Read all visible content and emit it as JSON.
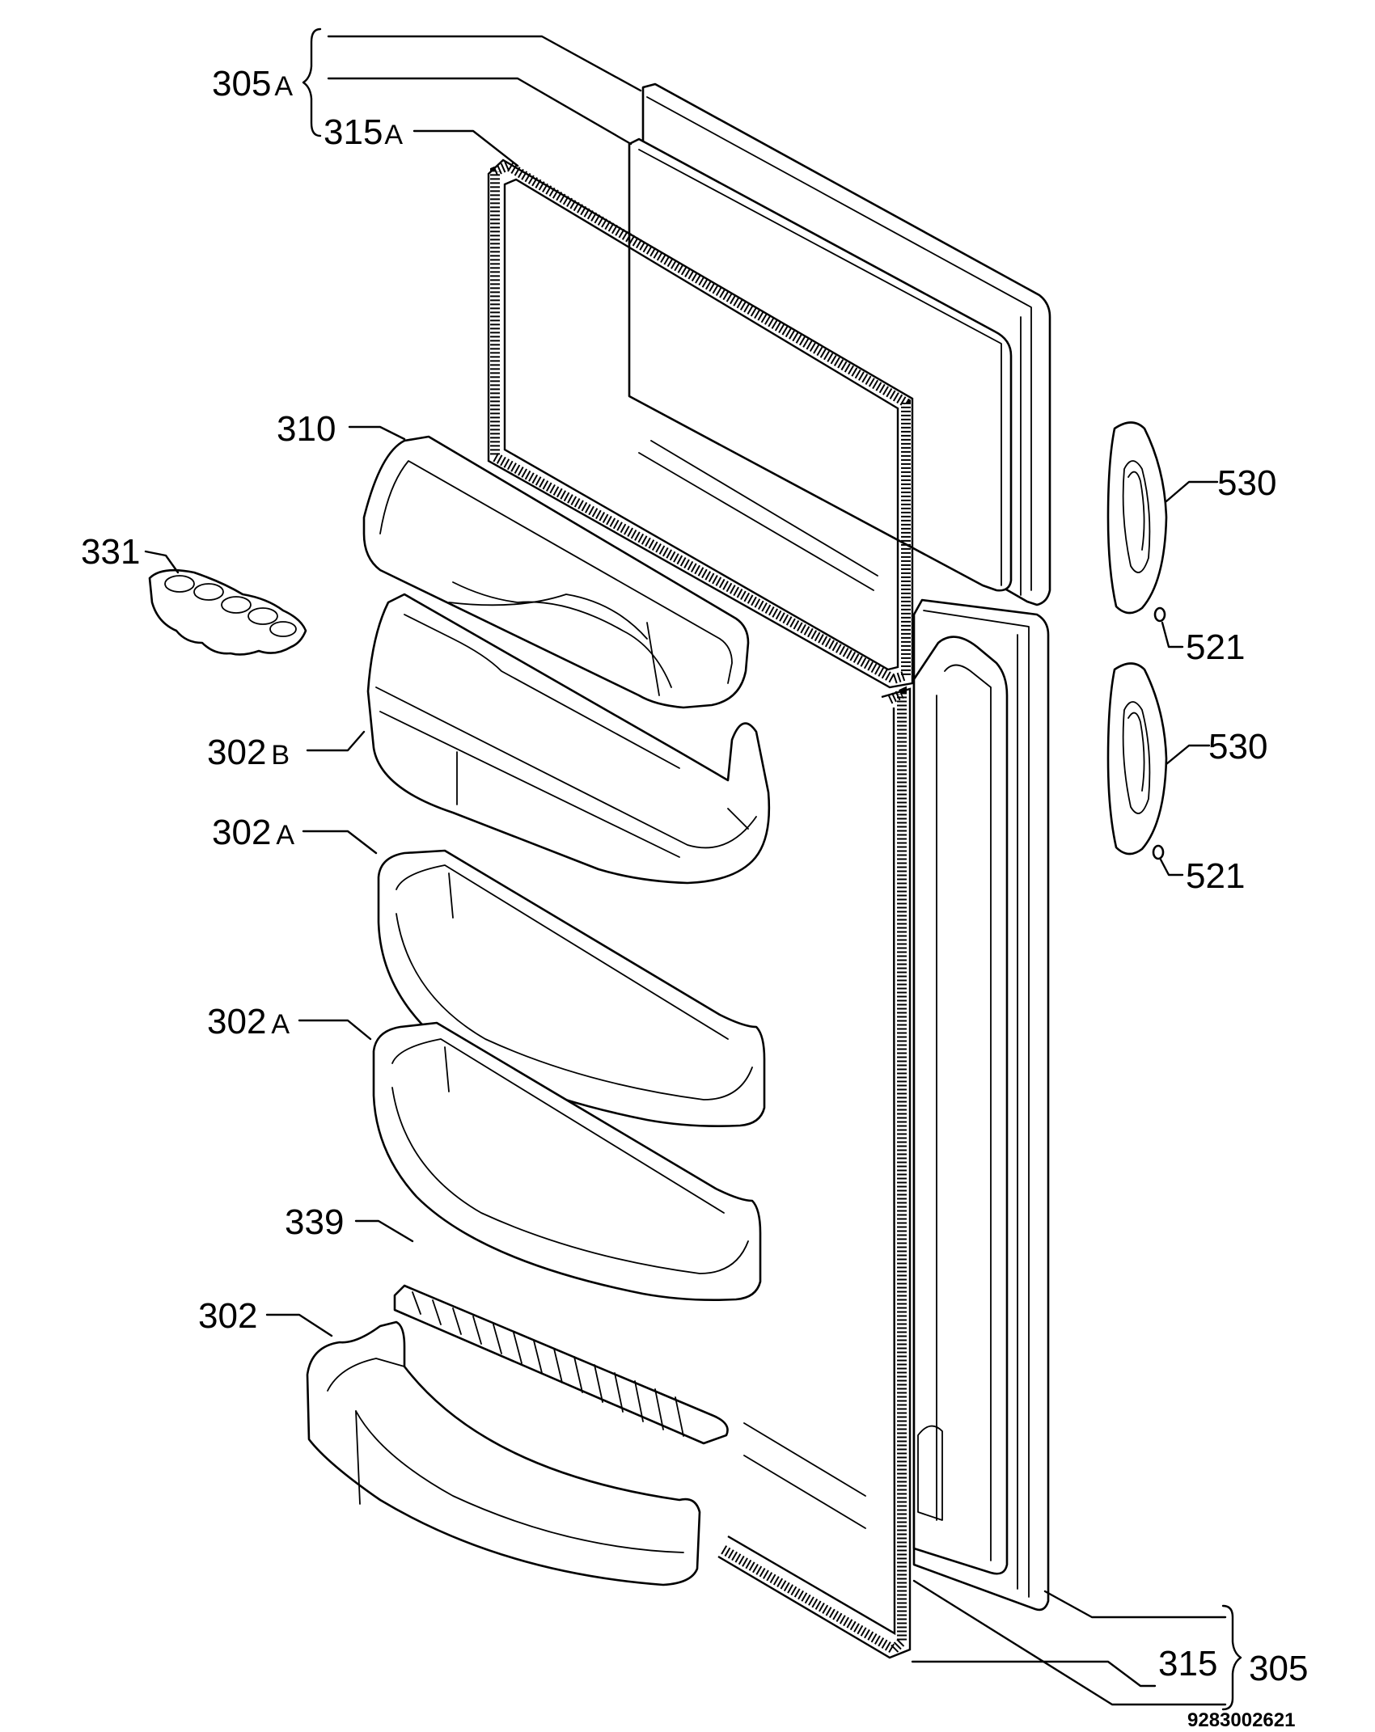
{
  "labels": {
    "p305a": "305",
    "p305a_suffix": "A",
    "p315a": "315",
    "p315a_suffix": "A",
    "p310": "310",
    "p331": "331",
    "p302b": "302",
    "p302b_suffix": "B",
    "p302a_1": "302",
    "p302a_1_suffix": "A",
    "p302a_2": "302",
    "p302a_2_suffix": "A",
    "p339": "339",
    "p302": "302",
    "p530_1": "530",
    "p521_1": "521",
    "p530_2": "530",
    "p521_2": "521",
    "p315": "315",
    "p305": "305"
  },
  "document_number": "9283002621",
  "colors": {
    "line": "#000000",
    "background": "#ffffff"
  }
}
